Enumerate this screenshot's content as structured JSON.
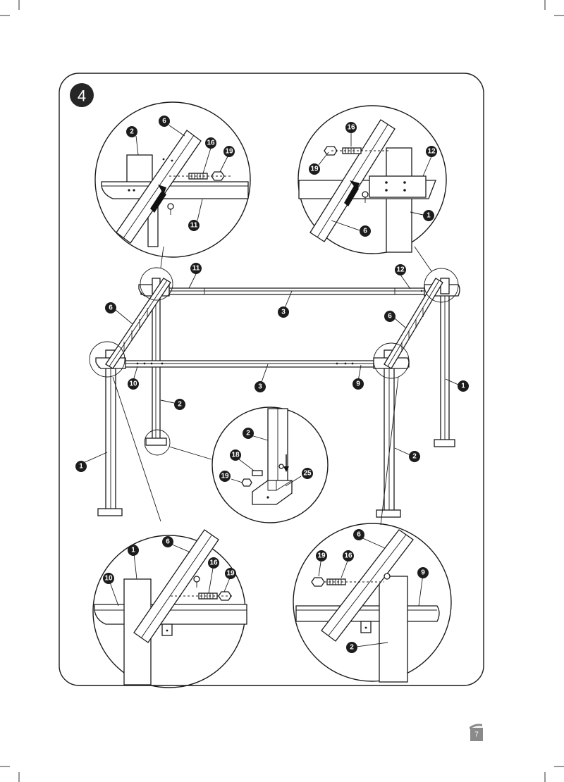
{
  "step": {
    "number": "4"
  },
  "page": {
    "number": "7"
  },
  "callouts": [
    {
      "label": "6"
    },
    {
      "label": "2"
    },
    {
      "label": "16"
    },
    {
      "label": "19"
    },
    {
      "label": "11"
    },
    {
      "label": "16"
    },
    {
      "label": "12"
    },
    {
      "label": "19"
    },
    {
      "label": "1"
    },
    {
      "label": "6"
    },
    {
      "label": "11"
    },
    {
      "label": "12"
    },
    {
      "label": "6"
    },
    {
      "label": "3"
    },
    {
      "label": "6"
    },
    {
      "label": "1"
    },
    {
      "label": "10"
    },
    {
      "label": "3"
    },
    {
      "label": "9"
    },
    {
      "label": "2"
    },
    {
      "label": "2"
    },
    {
      "label": "18"
    },
    {
      "label": "25"
    },
    {
      "label": "19"
    },
    {
      "label": "2"
    },
    {
      "label": "1"
    },
    {
      "label": "1"
    },
    {
      "label": "6"
    },
    {
      "label": "10"
    },
    {
      "label": "16"
    },
    {
      "label": "19"
    },
    {
      "label": "6"
    },
    {
      "label": "19"
    },
    {
      "label": "16"
    },
    {
      "label": "9"
    },
    {
      "label": "2"
    }
  ]
}
